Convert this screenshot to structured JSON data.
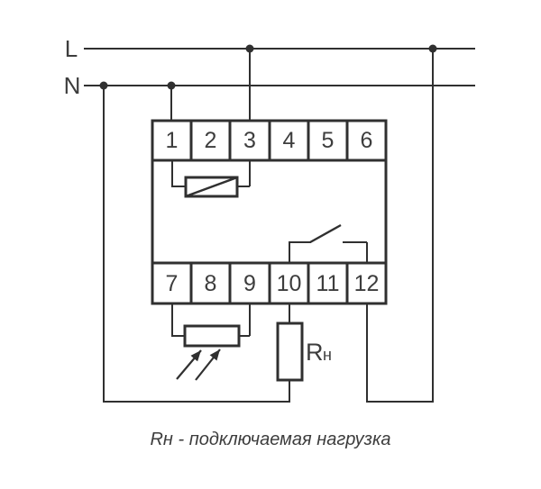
{
  "figure": {
    "type": "relay-wiring-diagram",
    "power_lines": {
      "phase_label": "L",
      "neutral_label": "N"
    },
    "terminals": {
      "top": [
        "1",
        "2",
        "3",
        "4",
        "5",
        "6"
      ],
      "bottom": [
        "7",
        "8",
        "9",
        "10",
        "11",
        "12"
      ]
    },
    "load": {
      "label_main": "R",
      "label_sub": "н"
    },
    "caption": "Rн - подключаемая нагрузка",
    "colors": {
      "wire": "#303030",
      "text": "#3d3d3d",
      "background": "#ffffff"
    }
  }
}
